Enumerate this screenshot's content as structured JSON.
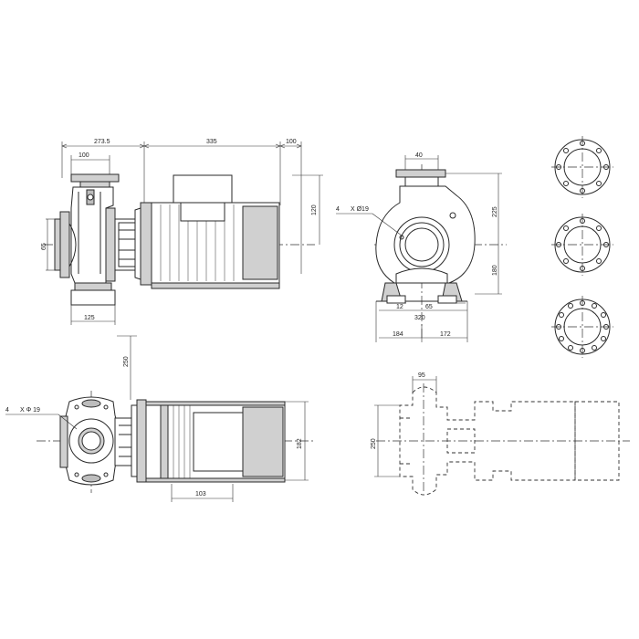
{
  "front_view": {
    "dim_total_left": "273.5",
    "dim_flange_inlet": "100",
    "dim_motor": "335",
    "dim_end": "100",
    "dim_height_right": "120",
    "dim_inlet_dia": "65",
    "dim_base": "125"
  },
  "side_view": {
    "dim_outlet": "40",
    "dim_bolt_note_count": "4",
    "dim_bolt_note_symbol": "X Ø19",
    "dim_upper_height": "225",
    "dim_lower_height": "180",
    "dim_foot_small": "12",
    "dim_foot_spacing": "65",
    "dim_total_width": "320",
    "dim_left_half": "184",
    "dim_right_half": "172"
  },
  "top_view": {
    "dim_vertical": "250",
    "dim_bolt_note_count": "4",
    "dim_bolt_note_symbol": "X Φ 19",
    "dim_height_right": "182",
    "dim_motor_base": "103"
  },
  "outline_view": {
    "dim_width": "95",
    "dim_height": "250"
  }
}
